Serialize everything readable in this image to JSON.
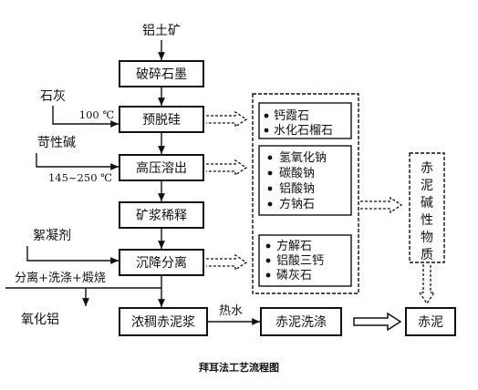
{
  "caption": "拜耳法工艺流程图",
  "input": "铝土矿",
  "main_steps": [
    "破碎石墨",
    "预脱硅",
    "高压溶出",
    "矿浆稀释",
    "沉降分离",
    "浓稠赤泥浆"
  ],
  "additives": {
    "lime": "石灰",
    "lime_temp": "100 ℃",
    "caustic": "苛性碱",
    "caustic_temp": "145~250 ℃",
    "flocculant": "絮凝剂"
  },
  "side_branch": {
    "label": "分离+洗涤+煅烧",
    "product": "氧化铝"
  },
  "byproduct_groups": [
    [
      "钙霞石",
      "水化石榴石"
    ],
    [
      "氢氧化钠",
      "碳酸钠",
      "铝酸钠",
      "方钠石"
    ],
    [
      "方解石",
      "铝酸三钙",
      "磷灰石"
    ]
  ],
  "red_mud_alkali_box": "赤泥碱性物质",
  "hot_water": "热水",
  "washing": "赤泥洗涤",
  "red_mud": "赤泥"
}
